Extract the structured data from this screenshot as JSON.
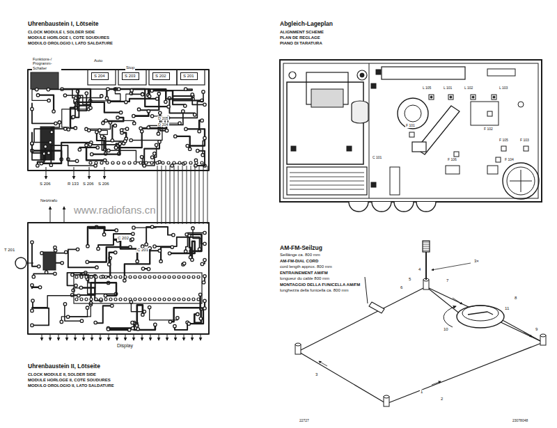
{
  "diagram": {
    "nodes": [
      {
        "text": [
          "S 204"
        ]
      },
      {
        "text": [
          "S 203"
        ]
      },
      {
        "text": [
          "S 202"
        ]
      },
      {
        "text": [
          "S 201"
        ]
      }
    ],
    "labels": [
      "Uhrenbaustein I, Lötseite",
      "CLOCK MODULE I, SOLDER SIDE",
      "MODULE HORLOGE I, COTE SOUDURES",
      "MODULO OROLOGIO I, LATO SALDATURE",
      "Funktions-/ Programm- Schalter",
      "Auto",
      "Stop",
      "S 206",
      "R 133",
      "S 206",
      "S 206",
      "D 205",
      "D 204",
      "Netztrafo",
      "T 201",
      "C 201",
      "C 202",
      "Display",
      "Uhrenbaustein II, Lötseite",
      "CLOCK MODULE II, SOLDER SIDE",
      "MODULE HORLOGE II, COTE SOUDURES",
      "MODULO OROLOGIO II, LATO SALDATURE",
      "www.radiofans.cn",
      "Abgleich-Lageplan",
      "ALIGNMENT SCHEME",
      "PLAN DE REGLAGE",
      "PIANO DI TARATURA",
      "L 105",
      "L 101",
      "L 102",
      "L 103",
      "F 101",
      "F 102",
      "F 106",
      "F 105",
      "F 103",
      "F 104",
      "C 101",
      "AM-FM-Seilzug",
      "Seillänge ca. 800 mm",
      "AM-FM-DIAL CORD",
      "cord length approx. 800 mm",
      "ENTRAINEMENT AM/FM",
      "longueur du cable 800 mm",
      "MONTAGGIO DELLA FUNICELLA AM/FM",
      "lunghezza della funicella ca. 800 mm",
      "1",
      "2",
      "3",
      "4",
      "5",
      "6",
      "7",
      "8",
      "9",
      "10",
      "11",
      "3×",
      "22727",
      "23078048"
    ]
  }
}
